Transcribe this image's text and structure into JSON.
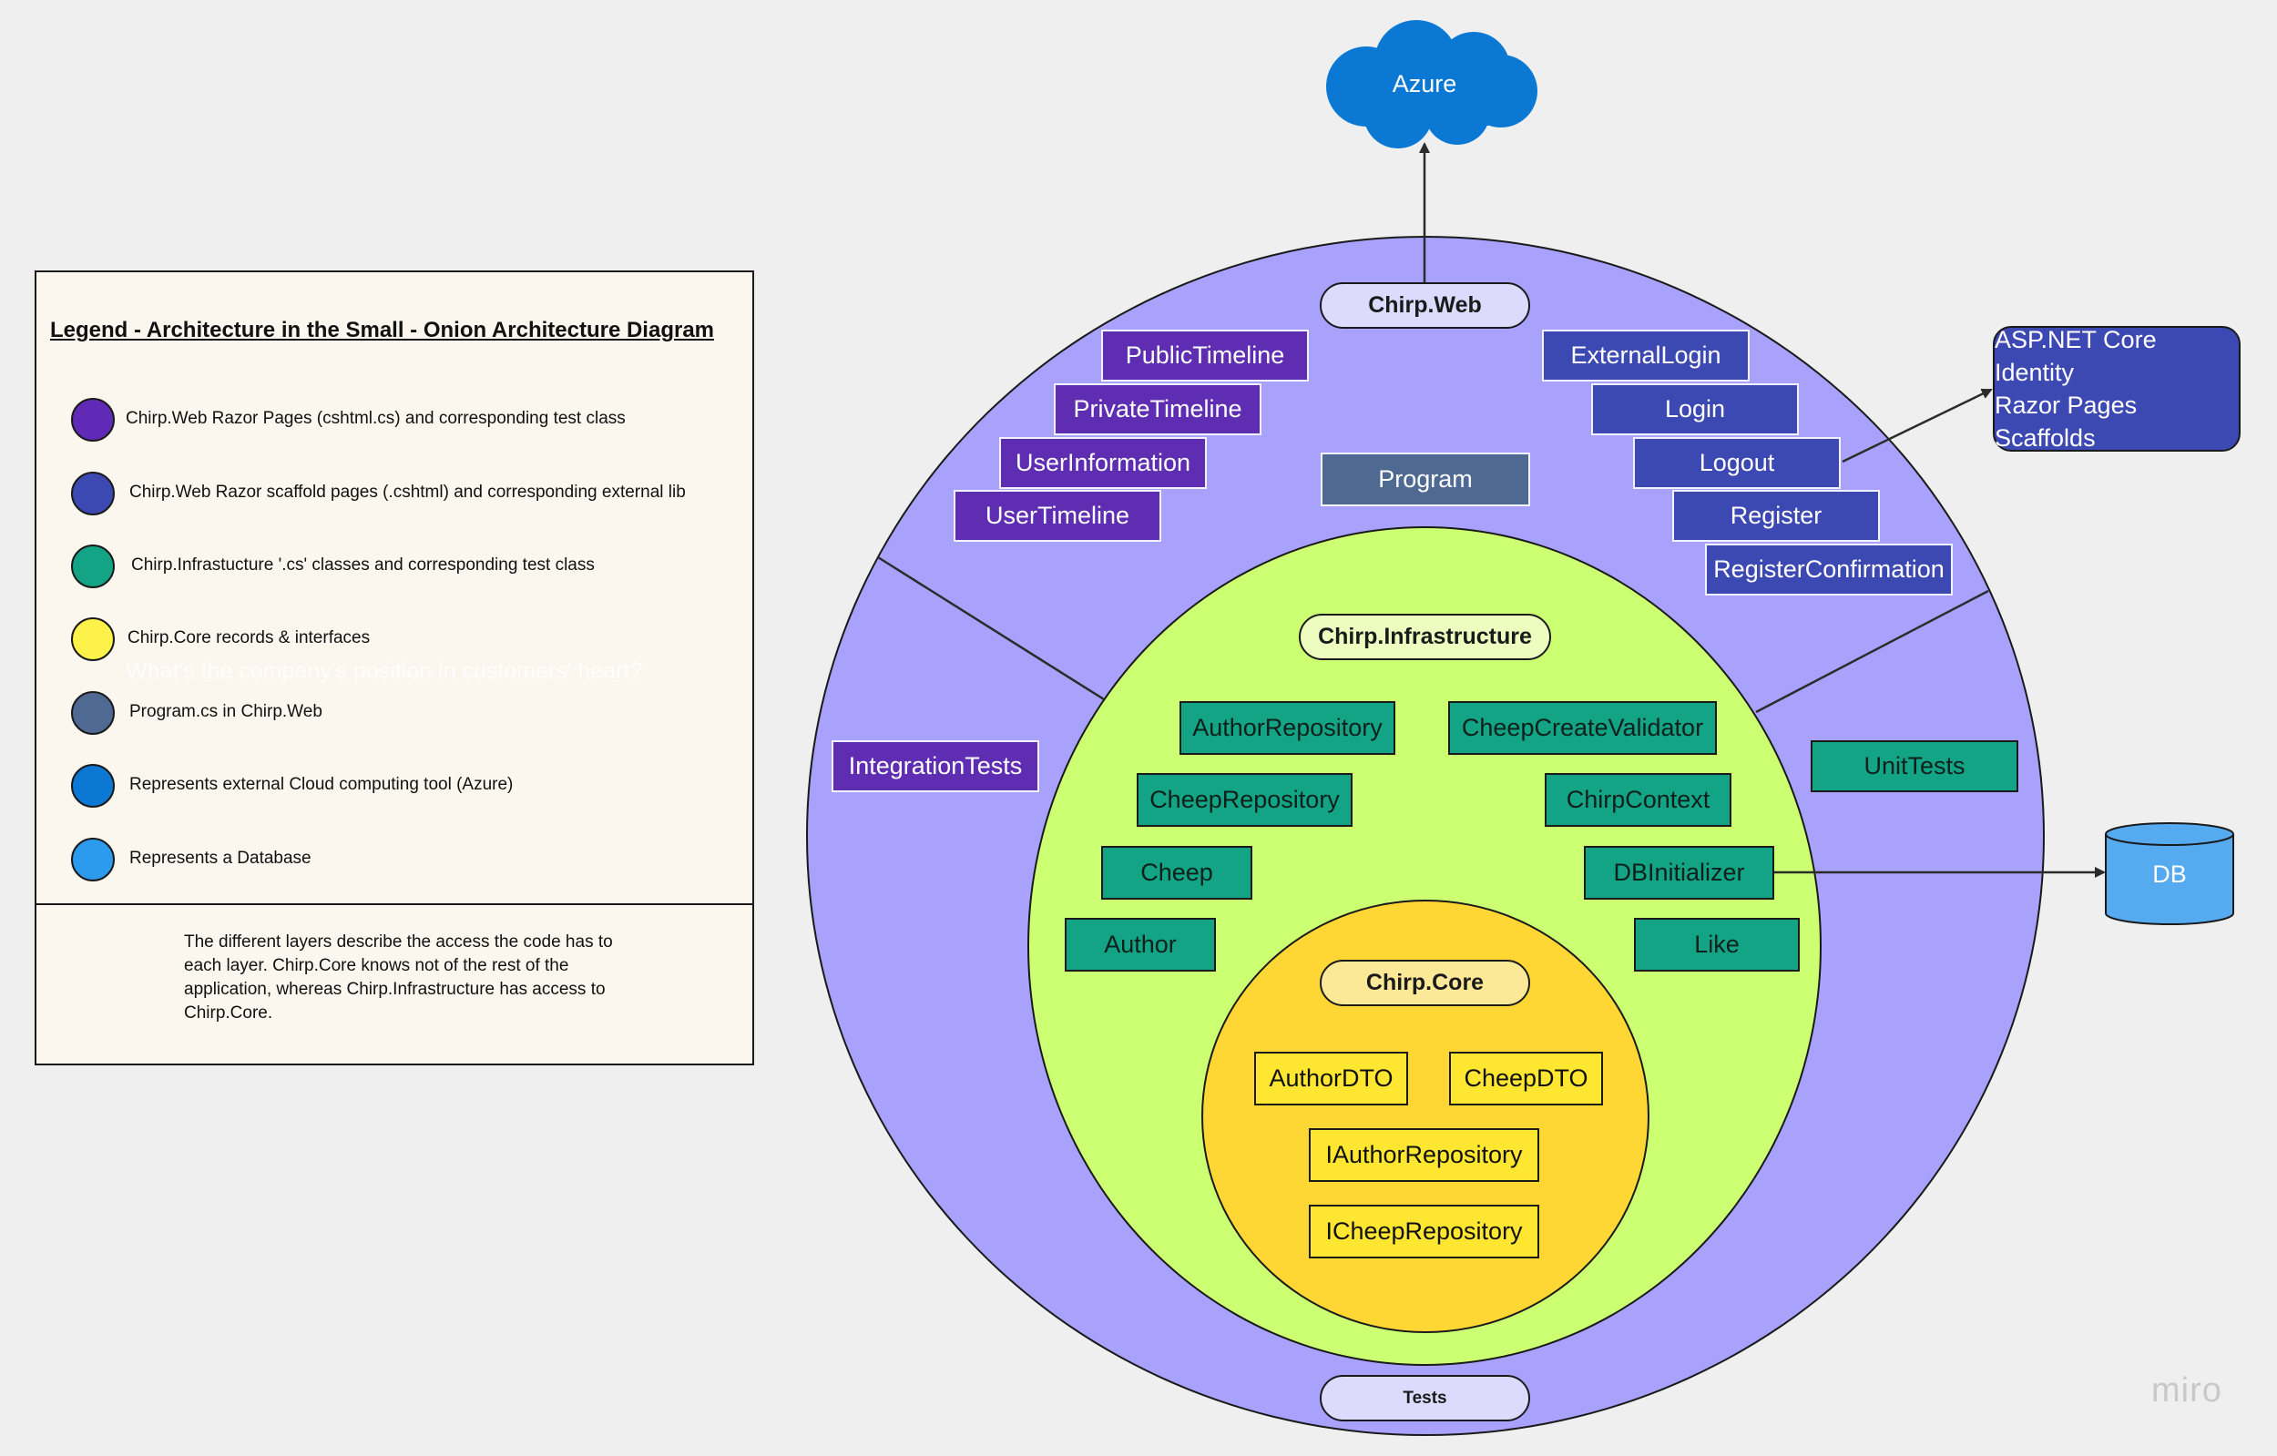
{
  "legend": {
    "title": "Legend - Architecture in the Small - Onion Architecture Diagram",
    "items": [
      {
        "color": "#6029b6",
        "text": "Chirp.Web Razor Pages (cshtml.cs) and corresponding test class"
      },
      {
        "color": "#3d49b3",
        "text": "Chirp.Web Razor scaffold pages (.cshtml) and corresponding external lib"
      },
      {
        "color": "#12a485",
        "text": "Chirp.Infrastucture '.cs' classes and corresponding test class"
      },
      {
        "color": "#fdf24a",
        "text": "Chirp.Core records & interfaces"
      },
      {
        "color": "#4e6a92",
        "text": "Program.cs in Chirp.Web"
      },
      {
        "color": "#0b78d4",
        "text": "Represents external Cloud computing tool (Azure)"
      },
      {
        "color": "#2c9bee",
        "text": "Represents a Database"
      }
    ],
    "overlay_text": "What's the company's position in customers' heart?",
    "note": "The different layers describe the access the code has to each layer. Chirp.Core knows not of the rest of the application, whereas Chirp.Infrastructure has access to Chirp.Core."
  },
  "azure": {
    "label": "Azure"
  },
  "db": {
    "label": "DB"
  },
  "aspnet": {
    "line1": "ASP.NET Core Identity",
    "line2": "Razor Pages Scaffolds"
  },
  "layers": {
    "web": "Chirp.Web",
    "infrastructure": "Chirp.Infrastructure",
    "core": "Chirp.Core",
    "tests": "Tests"
  },
  "web": {
    "razor_pages": [
      "PublicTimeline",
      "PrivateTimeline",
      "UserInformation",
      "UserTimeline"
    ],
    "scaffold_pages": [
      "ExternalLogin",
      "Login",
      "Logout",
      "Register",
      "RegisterConfirmation"
    ],
    "program": "Program"
  },
  "tests": {
    "integration": "IntegrationTests",
    "unit": "UnitTests"
  },
  "infrastructure": {
    "left": [
      "AuthorRepository",
      "CheepRepository",
      "Cheep",
      "Author"
    ],
    "right": [
      "CheepCreateValidator",
      "ChirpContext",
      "DBInitializer",
      "Like"
    ]
  },
  "core": {
    "items": [
      "AuthorDTO",
      "CheepDTO",
      "IAuthorRepository",
      "ICheepRepository"
    ]
  },
  "watermark": "miro"
}
